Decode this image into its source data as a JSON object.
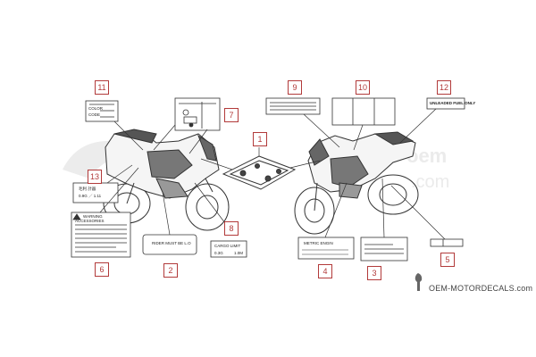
{
  "callouts": {
    "c1": "1",
    "c2": "2",
    "c3": "3",
    "c4": "4",
    "c5": "5",
    "c6": "6",
    "c7": "7",
    "c8": "8",
    "c9": "9",
    "c10": "10",
    "c11": "11",
    "c12": "12",
    "c13": "13"
  },
  "labels": {
    "l11_color": "COLOR",
    "l11_code": "CODE",
    "l13_line1": "毛利 計器",
    "l13_line2": "0.9G ／ 1.11",
    "l6_warning": "WARNING",
    "l6_accessories": "ACCESSORIES",
    "l2_text": "RIDER MUST BE L.O",
    "l8_line1": "CARGO LIMIT",
    "l8_line2a": "0.3G",
    "l8_line2b": "1.0M",
    "l12_text": "UNLEADED FUEL ONLY",
    "l4_text": "METRIC ENGIN"
  },
  "watermark": {
    "text": "OEM-MOTORDECALS.com",
    "bg_text_1": "www.oem",
    "bg_text_2": ".com"
  },
  "colors": {
    "callout": "#b23a3a",
    "line": "#333333",
    "watermark_bg": "#e8e8e8"
  }
}
